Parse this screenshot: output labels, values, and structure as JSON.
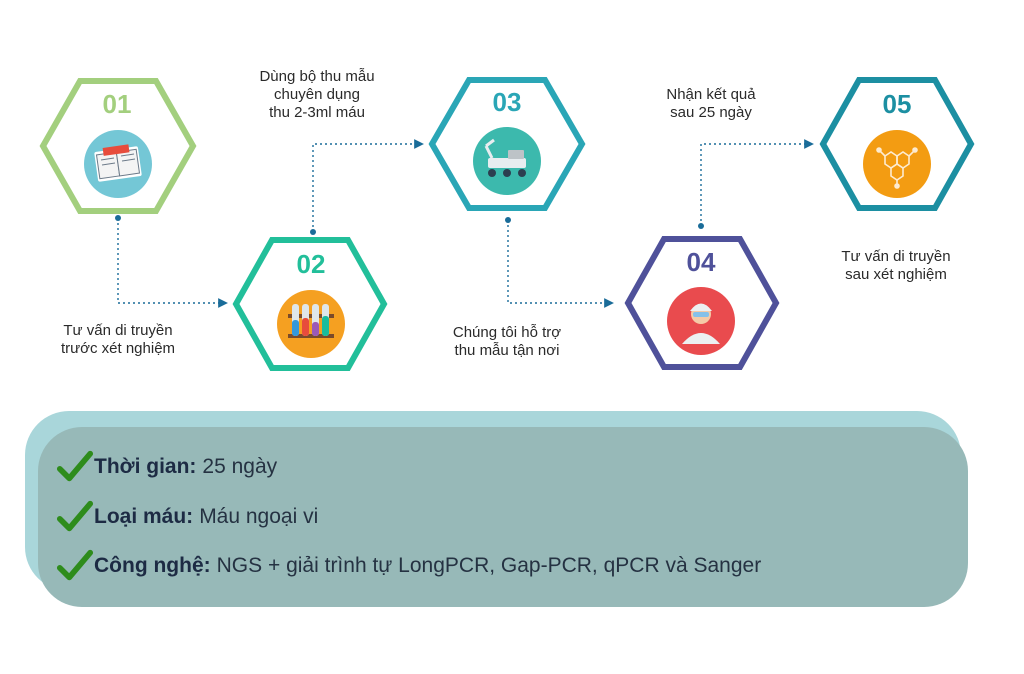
{
  "steps": [
    {
      "number": "01",
      "caption": [
        "Tư vấn di truyền",
        "trước xét nghiệm"
      ],
      "color": "#a3cf7e",
      "icon": "notebook-icon",
      "icon_bg": "#74c7d6"
    },
    {
      "number": "02",
      "caption": [
        "Dùng bộ thu mẫu",
        "chuyên dụng",
        "thu 2-3ml máu"
      ],
      "color": "#22bf9a",
      "icon": "test-tubes-icon",
      "icon_bg": "#f5a021"
    },
    {
      "number": "03",
      "caption": [
        "Chúng tôi hỗ trợ",
        "thu mẫu tận nơi"
      ],
      "color": "#2aa6b6",
      "icon": "rover-icon",
      "icon_bg": "#3cb9ad"
    },
    {
      "number": "04",
      "caption": [
        "Nhận kết quả",
        "sau 25 ngày"
      ],
      "color": "#4f519a",
      "icon": "scientist-icon",
      "icon_bg": "#e94b4e"
    },
    {
      "number": "05",
      "caption": [
        "Tư vấn di truyền",
        "sau xét nghiệm"
      ],
      "color": "#1c8fa2",
      "icon": "molecule-icon",
      "icon_bg": "#f39c12"
    }
  ],
  "connector_color": "#1a6c99",
  "info": {
    "items": [
      {
        "label": "Thời gian:",
        "value": "25 ngày"
      },
      {
        "label": "Loại máu:",
        "value": "Máu ngoại vi"
      },
      {
        "label": "Công nghệ:",
        "value": "NGS + giải trình tự LongPCR, Gap-PCR, qPCR và Sanger"
      }
    ],
    "check_color": "#2e8c1c",
    "panel_front": "#97b9b8",
    "panel_back": "#a9d6da"
  }
}
